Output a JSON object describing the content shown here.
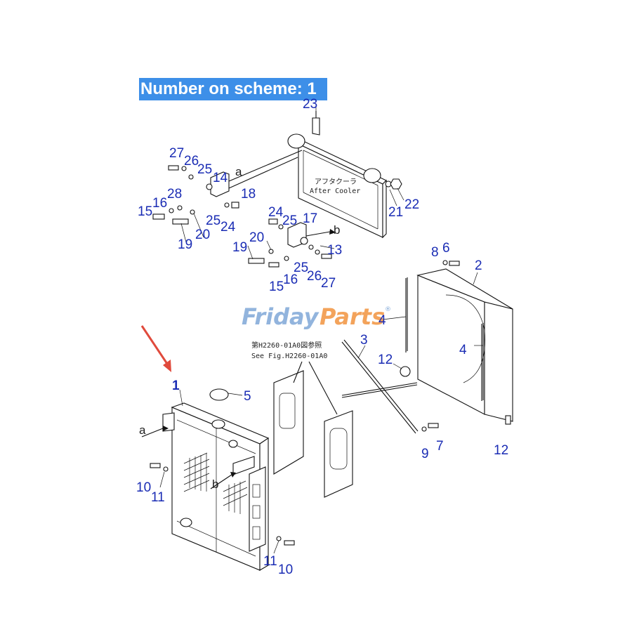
{
  "banner": {
    "text": "Number on scheme: 1",
    "color": "#3d8fe8"
  },
  "watermark": {
    "part1": "Friday",
    "part2": "Parts",
    "mark": "®"
  },
  "after_cooler": {
    "jp": "アフタクーラ",
    "en": "After Cooler"
  },
  "see_fig": {
    "jp": "第H2260-01A0図参照",
    "en": "See Fig.H2260-01A0"
  },
  "letters": {
    "a_top": "a",
    "b_top": "b",
    "a_bottom": "a",
    "b_bottom": "b"
  },
  "callouts": [
    {
      "id": "c23",
      "text": "23"
    },
    {
      "id": "c27a",
      "text": "27"
    },
    {
      "id": "c26a",
      "text": "26"
    },
    {
      "id": "c25a",
      "text": "25"
    },
    {
      "id": "c14",
      "text": "14"
    },
    {
      "id": "c28",
      "text": "28"
    },
    {
      "id": "c18",
      "text": "18"
    },
    {
      "id": "c15a",
      "text": "15"
    },
    {
      "id": "c16a",
      "text": "16"
    },
    {
      "id": "c25b",
      "text": "25"
    },
    {
      "id": "c24a",
      "text": "24"
    },
    {
      "id": "c19a",
      "text": "19"
    },
    {
      "id": "c20a",
      "text": "20"
    },
    {
      "id": "c21",
      "text": "21"
    },
    {
      "id": "c22",
      "text": "22"
    },
    {
      "id": "c24b",
      "text": "24"
    },
    {
      "id": "c25c",
      "text": "25"
    },
    {
      "id": "c17",
      "text": "17"
    },
    {
      "id": "c19b",
      "text": "19"
    },
    {
      "id": "c20b",
      "text": "20"
    },
    {
      "id": "c13",
      "text": "13"
    },
    {
      "id": "c25d",
      "text": "25"
    },
    {
      "id": "c16b",
      "text": "16"
    },
    {
      "id": "c26b",
      "text": "26"
    },
    {
      "id": "c15b",
      "text": "15"
    },
    {
      "id": "c27b",
      "text": "27"
    },
    {
      "id": "c8",
      "text": "8"
    },
    {
      "id": "c6",
      "text": "6"
    },
    {
      "id": "c2",
      "text": "2"
    },
    {
      "id": "c4a",
      "text": "4"
    },
    {
      "id": "c4b",
      "text": "4"
    },
    {
      "id": "c3",
      "text": "3"
    },
    {
      "id": "c12a",
      "text": "12"
    },
    {
      "id": "c12b",
      "text": "12"
    },
    {
      "id": "c9",
      "text": "9"
    },
    {
      "id": "c7",
      "text": "7"
    },
    {
      "id": "c1",
      "text": "1"
    },
    {
      "id": "c5",
      "text": "5"
    },
    {
      "id": "c10a",
      "text": "10"
    },
    {
      "id": "c11a",
      "text": "11"
    },
    {
      "id": "c11b",
      "text": "11"
    },
    {
      "id": "c10b",
      "text": "10"
    }
  ],
  "colors": {
    "callout": "#1a2cb4",
    "arrow": "#e04a3c",
    "line": "#111111"
  }
}
